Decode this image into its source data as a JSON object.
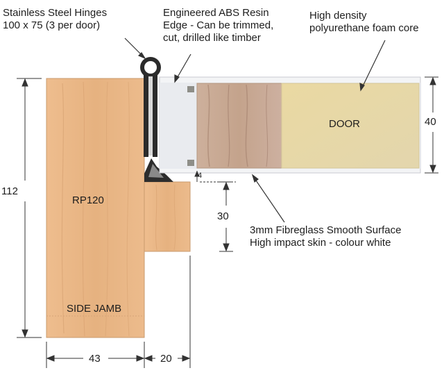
{
  "callouts": {
    "hinges": [
      "Stainless Steel Hinges",
      "100 x 75 (3 per door)"
    ],
    "edge": [
      "Engineered ABS Resin",
      "Edge - Can be trimmed,",
      "cut, drilled like timber"
    ],
    "core": [
      "High density",
      "polyurethane foam core"
    ],
    "skin": [
      "3mm Fibreglass Smooth Surface",
      "High impact skin - colour white"
    ]
  },
  "parts": {
    "door": "DOOR",
    "rp120": "RP120",
    "side_jamb": "SIDE JAMB"
  },
  "dimensions": {
    "jamb_height": "112",
    "door_thickness": "40",
    "stop_height": "30",
    "gap": "4",
    "jamb_width": "43",
    "stop_width": "20"
  },
  "colors": {
    "timber": "#e9b98c",
    "foam": "#e8d9a6",
    "edge_timber": "#c9a78e",
    "skin": "#f4f5f7",
    "hinge": "#2b2b2b"
  }
}
